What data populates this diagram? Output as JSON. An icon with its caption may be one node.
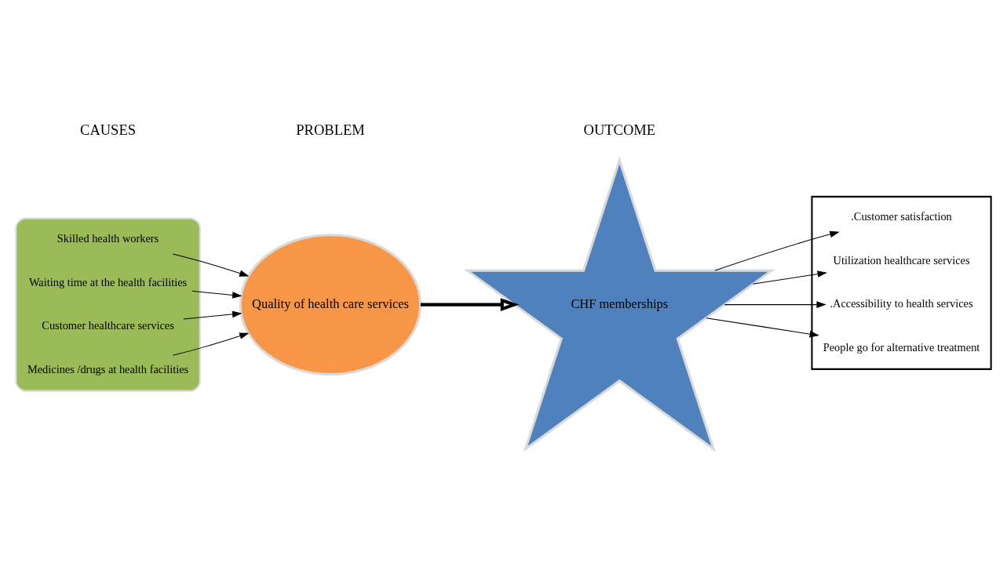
{
  "diagram": {
    "nodes": [
      {
        "text": [],
        "shape": "box"
      },
      {
        "text": [
          "Skilled health workers"
        ],
        "in": 0
      },
      {
        "text": [
          "Waiting time at the health facilities"
        ],
        "in": 0
      },
      {
        "text": [
          "Customer healthcare services"
        ],
        "in": 0
      },
      {
        "text": [
          "Medicines /drugs at health facilities"
        ],
        "in": 0
      },
      {
        "text": [
          "Quality of health care services"
        ]
      },
      {
        "text": [
          "CHF memberships"
        ]
      },
      {
        "text": [],
        "shape": "box"
      },
      {
        "text": [
          ".Customer satisfaction"
        ],
        "in": 7
      },
      {
        "text": [
          "Utilization healthcare services"
        ],
        "in": 7
      },
      {
        "text": [
          ".Accessibility to health services"
        ],
        "in": 7
      },
      {
        "text": [
          "People go for alternative treatment"
        ],
        "in": 7
      }
    ],
    "edges": [
      {
        "from": 1,
        "to": 5,
        "arrow": "to"
      },
      {
        "from": 2,
        "to": 5,
        "arrow": "to"
      },
      {
        "from": 3,
        "to": 5,
        "arrow": "to"
      },
      {
        "from": 4,
        "to": 5,
        "arrow": "to"
      },
      {
        "from": 5,
        "to": 6,
        "arrow": "to",
        "style": "thick"
      },
      {
        "from": 6,
        "to": 8,
        "arrow": "to"
      },
      {
        "from": 6,
        "to": 9,
        "arrow": "to"
      },
      {
        "from": 6,
        "to": 10,
        "arrow": "to"
      },
      {
        "from": 6,
        "to": 11,
        "arrow": "to"
      }
    ],
    "labels": [
      "CAUSES",
      "PROBLEM",
      "OUTCOME"
    ]
  }
}
